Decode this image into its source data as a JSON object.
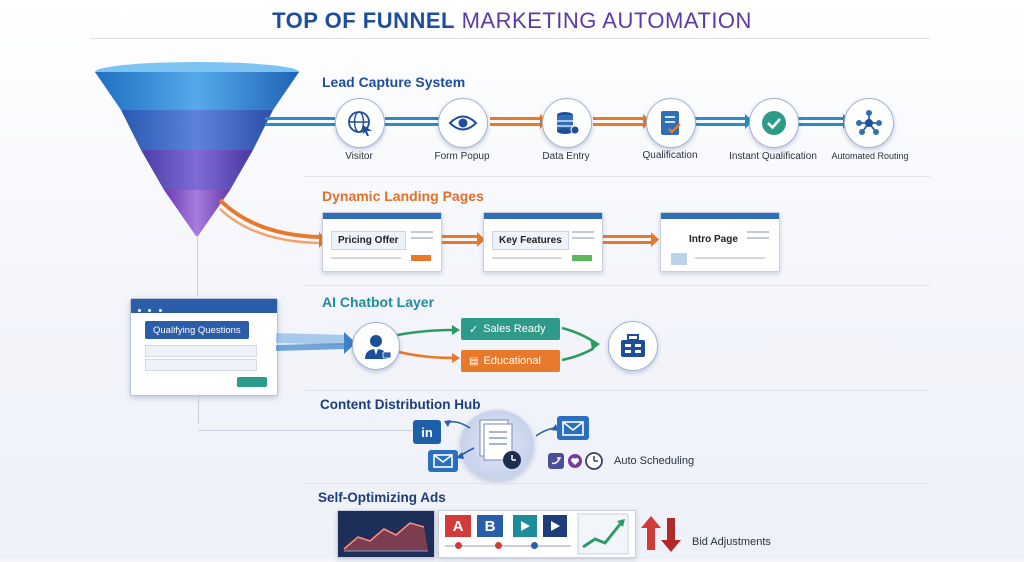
{
  "title": {
    "bold": "TOP OF FUNNEL",
    "light": "MARKETING AUTOMATION"
  },
  "sections": {
    "lead_capture": {
      "title": "Lead Capture System",
      "stages": [
        {
          "label": "Visitor",
          "icon": "globe-cursor-icon"
        },
        {
          "label": "Form Popup",
          "icon": "eye-icon"
        },
        {
          "label": "Data Entry",
          "icon": "database-icon"
        },
        {
          "label": "Qualification",
          "icon": "document-check-icon"
        },
        {
          "label": "Instant Qualification",
          "icon": "checkmark-icon"
        },
        {
          "label": "Automated Routing",
          "icon": "network-icon"
        }
      ]
    },
    "landing_pages": {
      "title": "Dynamic Landing Pages",
      "pages": [
        {
          "label": "Pricing Offer"
        },
        {
          "label": "Key Features"
        },
        {
          "label": "Intro Page"
        }
      ]
    },
    "chatbot": {
      "title": "AI Chatbot Layer",
      "chat_prompt": "Qualifying Questions",
      "outcomes": [
        {
          "label": "Sales Ready"
        },
        {
          "label": "Educational"
        }
      ]
    },
    "content_hub": {
      "title": "Content Distribution Hub",
      "scheduling_label": "Auto Scheduling",
      "linkedin": "in"
    },
    "ads": {
      "title": "Self-Optimizing Ads",
      "variant_a": "A",
      "variant_b": "B",
      "bid_label": "Bid Adjustments"
    }
  },
  "colors": {
    "blue": "#2a62b0",
    "orange": "#e8782a",
    "green": "#2e9a63",
    "purple": "#6a3fb0",
    "teal": "#1e8c99",
    "red": "#d33a3a"
  }
}
